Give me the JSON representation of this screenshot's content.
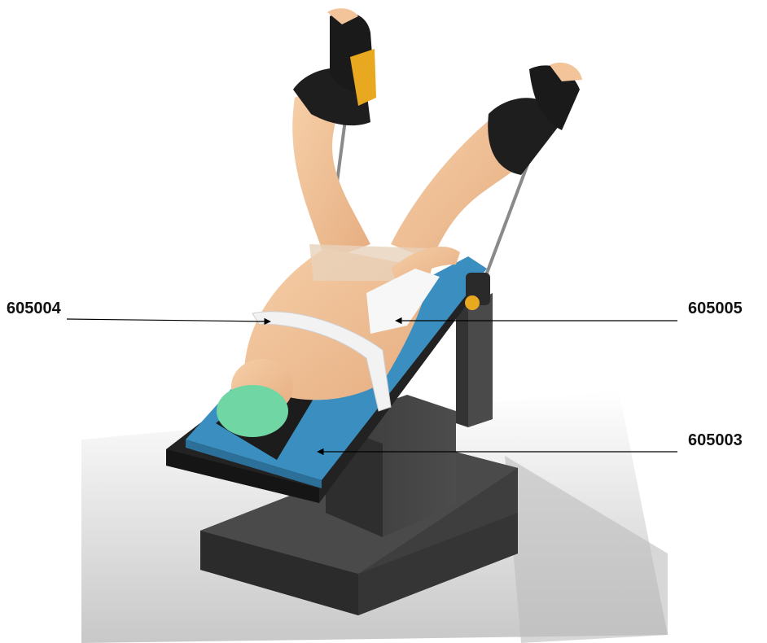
{
  "callouts": [
    {
      "id": "605004",
      "label": "605004"
    },
    {
      "id": "605005",
      "label": "605005"
    },
    {
      "id": "605003",
      "label": "605003"
    }
  ],
  "colors": {
    "table_mat": "#3b8fc0",
    "table_frame": "#2a2a2a",
    "base_block": "#3c3c3c",
    "skin": "#f3c39a",
    "head_cap": "#6fd6a4",
    "leg_holder": "#1e1e1e",
    "leg_holder_accent": "#e8a820",
    "strap": "#f2f2f2",
    "leader_line": "#000000"
  }
}
